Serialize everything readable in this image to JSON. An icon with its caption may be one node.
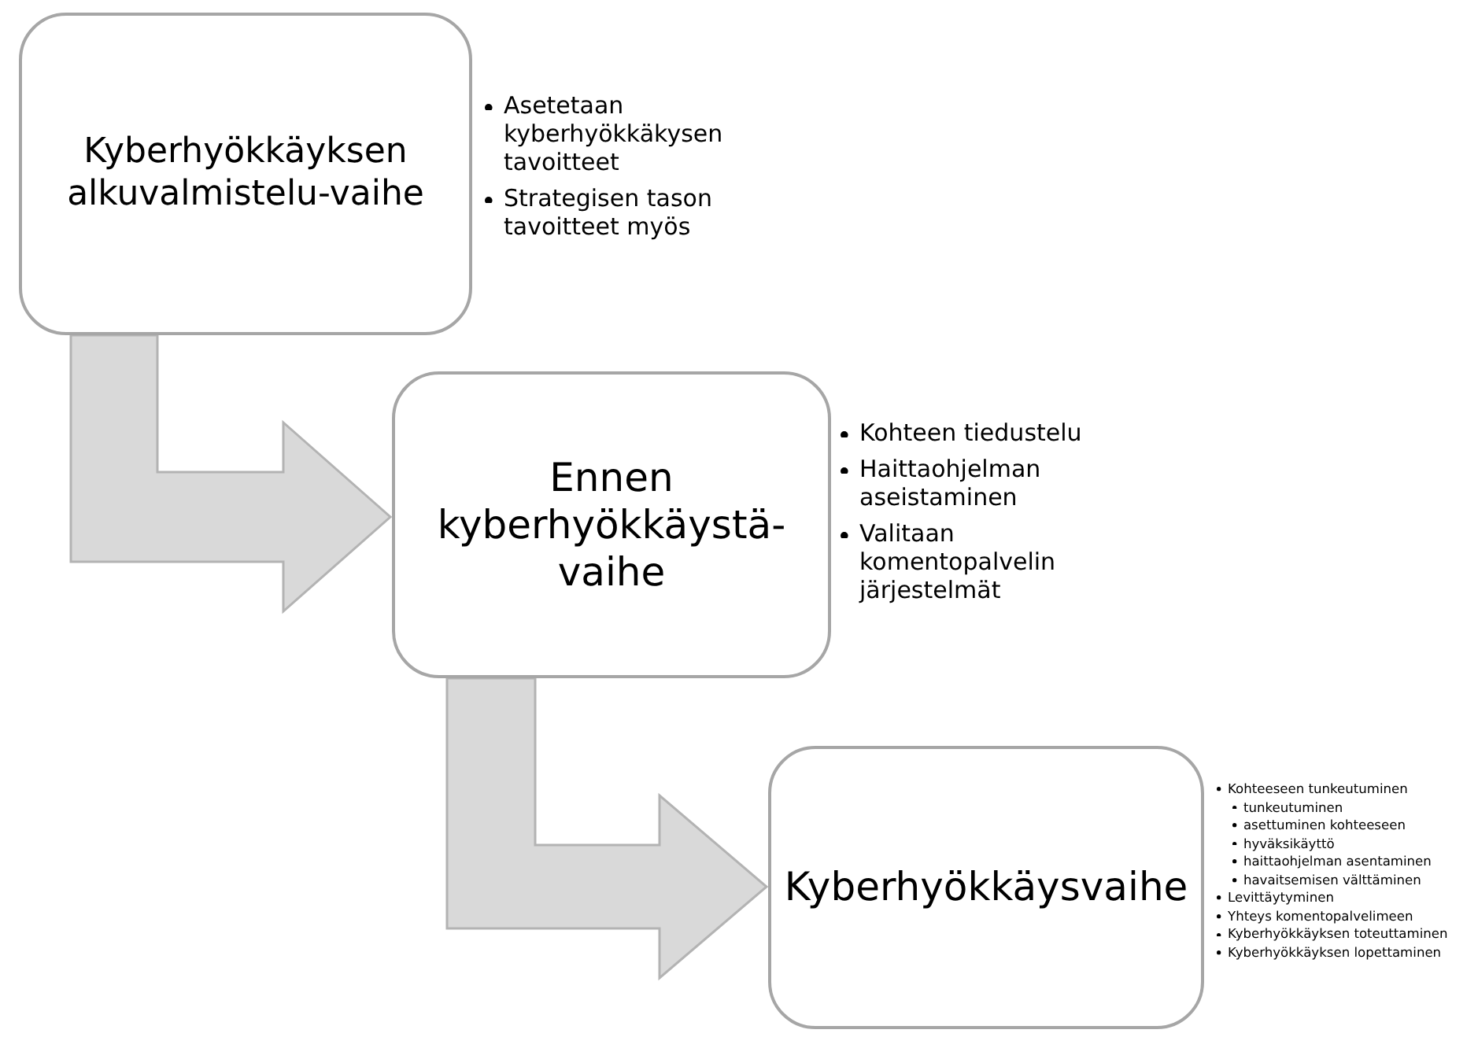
{
  "diagram": {
    "nodes": [
      {
        "text": [
          "Kyberhyökkäyksen alkuvalmistelu-vaihe"
        ],
        "beside": [
          "Asetetaan kyberhyökkäkysen tavoitteet",
          "Strategisen tason tavoitteet myös"
        ]
      },
      {
        "text": [
          "Ennen kyberhyökkäystä-vaihe"
        ],
        "beside": [
          "Kohteen tiedustelu",
          "Haittaohjelman aseistaminen",
          "Valitaan komentopalvelin järjestelmät"
        ]
      },
      {
        "text": [
          "Kyberhyökkäysvaihe"
        ],
        "beside": [
          "Kohteeseen tunkeutuminen",
          "tunkeutuminen",
          "asettuminen kohteeseen",
          "hyväksikäyttö",
          "haittaohjelman asentaminen",
          "havaitsemisen välttäminen",
          "Levittäytyminen",
          "Yhteys komentopalvelimeen",
          "Kyberhyökkäyksen toteuttaminen",
          "Kyberhyökkäyksen lopettaminen"
        ]
      }
    ],
    "edges": [
      {
        "from": 0,
        "to": 1,
        "arrow": "to"
      },
      {
        "from": 1,
        "to": 2,
        "arrow": "to"
      }
    ]
  }
}
